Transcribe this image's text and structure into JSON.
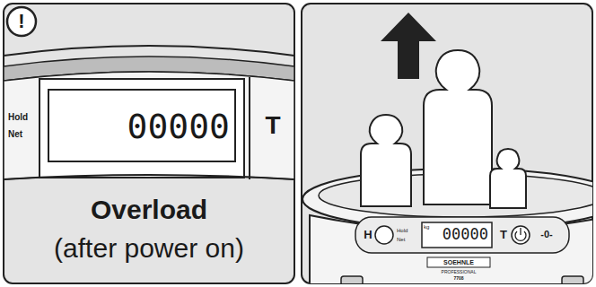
{
  "diagram": {
    "labels": [
      "!",
      "Hold",
      "Net",
      "00000",
      "T",
      "Overload",
      "(after power on)",
      "H",
      "Hold",
      "Net",
      "kg",
      "00000",
      "T",
      "-0-",
      "SOEHNLE",
      "PROFESSIONAL",
      "7708"
    ]
  }
}
